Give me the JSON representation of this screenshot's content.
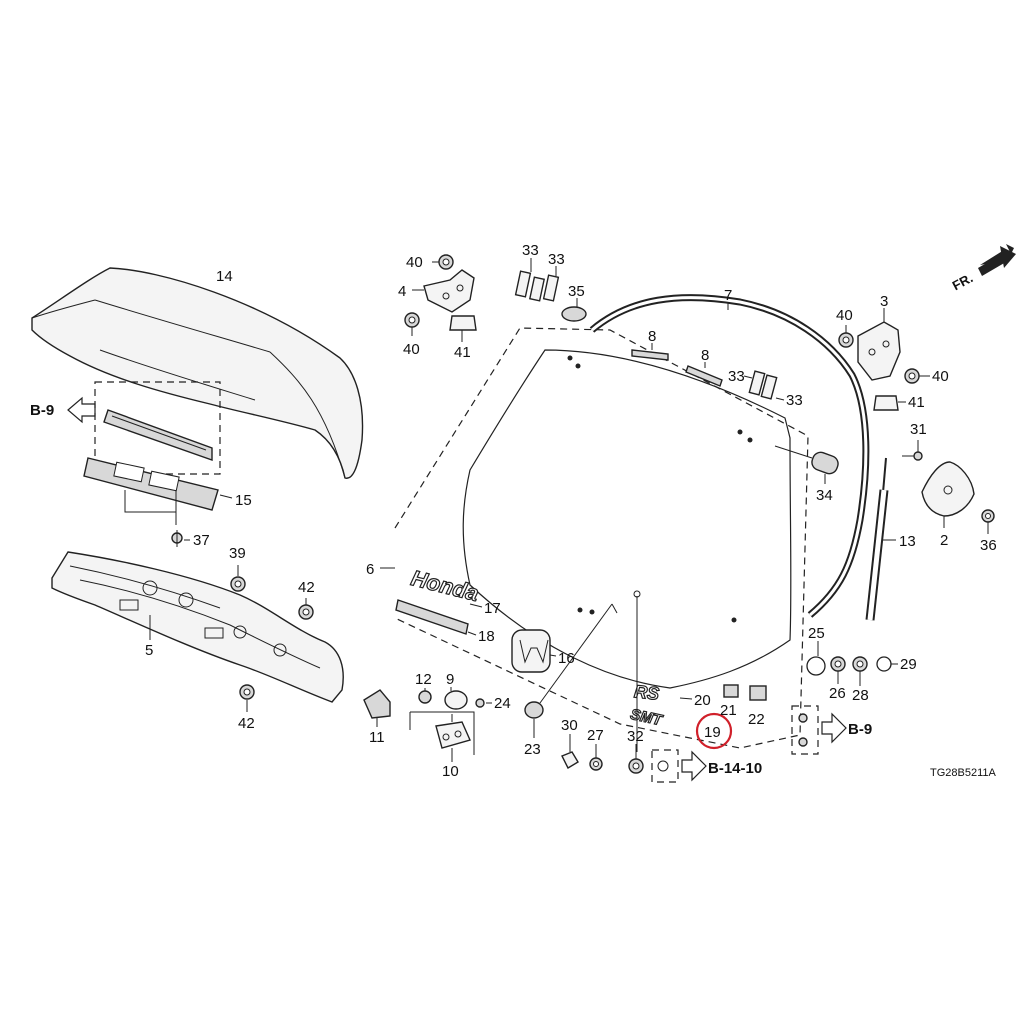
{
  "callouts": {
    "c1": "2",
    "c2": "3",
    "c3": "4",
    "c4": "5",
    "c5": "6",
    "c6": "7",
    "c7": "8",
    "c8": "8",
    "c9": "9",
    "c10": "10",
    "c11": "11",
    "c12": "12",
    "c13": "13",
    "c14": "14",
    "c15": "15",
    "c16": "16",
    "c17": "17",
    "c18": "18",
    "c19": "19",
    "c20": "20",
    "c21": "21",
    "c22": "22",
    "c23": "23",
    "c24": "24",
    "c25": "25",
    "c26": "26",
    "c27": "27",
    "c28": "28",
    "c29": "29",
    "c30": "30",
    "c31": "31",
    "c32": "32",
    "c33a": "33",
    "c33b": "33",
    "c33c": "33",
    "c33d": "33",
    "c34": "34",
    "c35": "35",
    "c36": "36",
    "c37": "37",
    "c39": "39",
    "c40a": "40",
    "c40b": "40",
    "c40c": "40",
    "c40d": "40",
    "c41a": "41",
    "c41b": "41",
    "c42a": "42",
    "c42b": "42"
  },
  "references": {
    "b9_left": "B-9",
    "b9_right": "B-9",
    "b14_10": "B-14-10"
  },
  "emblems": {
    "honda": "Honda",
    "type": "RS",
    "grade": "SMT"
  },
  "direction": "FR.",
  "diagram_code": "TG28B5211A",
  "highlight": {
    "part": "19",
    "color": "#d0202a"
  }
}
